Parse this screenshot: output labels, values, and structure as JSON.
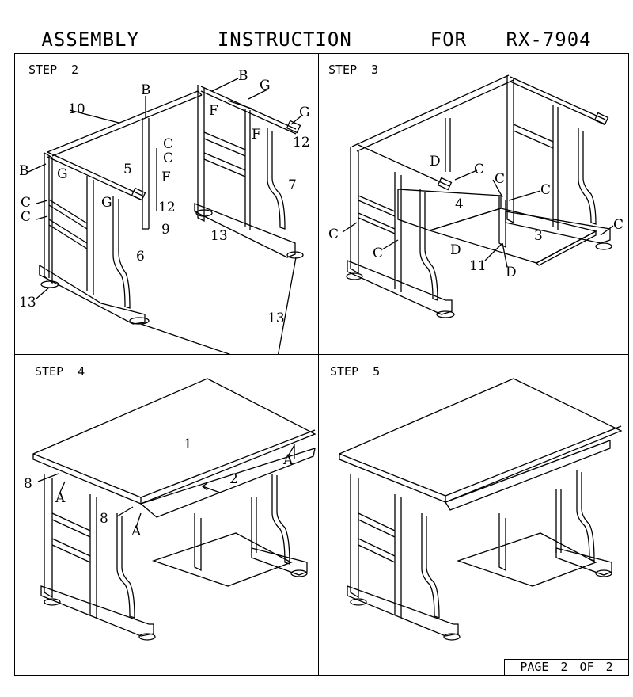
{
  "title": "ASSEMBLY  INSTRUCTION  FOR RX-7904",
  "page_label": "PAGE 2 OF 2",
  "steps": [
    {
      "label": "STEP  2",
      "callouts": [
        "B",
        "B",
        "G",
        "G",
        "10",
        "F",
        "F",
        "12",
        "C",
        "C",
        "F",
        "5",
        "G",
        "B",
        "G",
        "12",
        "C",
        "C",
        "9",
        "7",
        "13",
        "6",
        "13",
        "13"
      ]
    },
    {
      "label": "STEP  3",
      "callouts": [
        "D",
        "C",
        "C",
        "C",
        "4",
        "C",
        "C",
        "C",
        "3",
        "D",
        "11",
        "D"
      ]
    },
    {
      "label": "STEP  4",
      "callouts": [
        "1",
        "A",
        "2",
        "8",
        "A",
        "8",
        "A"
      ]
    },
    {
      "label": "STEP  5",
      "callouts": []
    }
  ]
}
